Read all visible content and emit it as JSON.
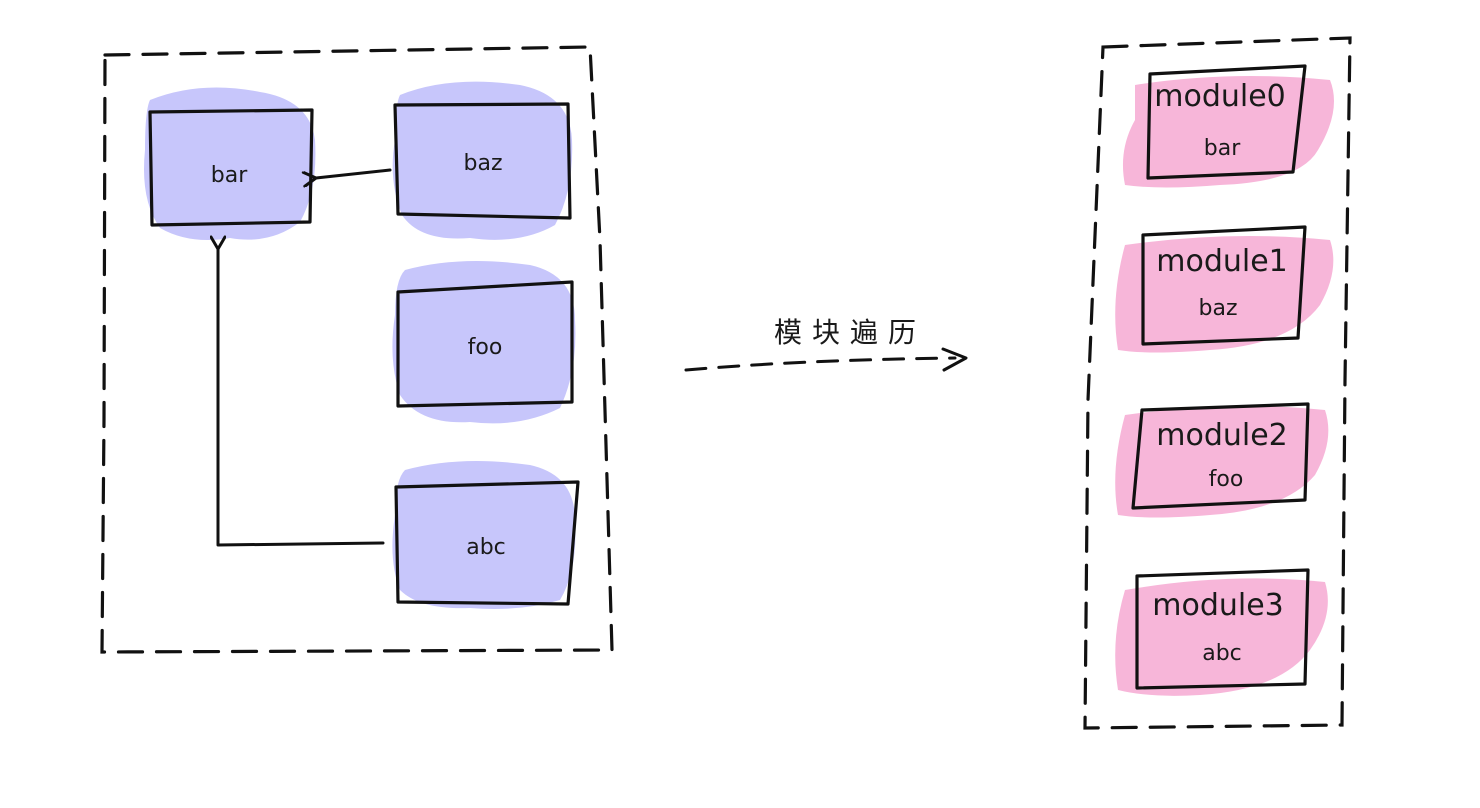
{
  "left_panel": {
    "nodes": {
      "bar": "bar",
      "baz": "baz",
      "foo": "foo",
      "abc": "abc"
    }
  },
  "transition": {
    "label": "模块遍历"
  },
  "right_panel": {
    "modules": [
      {
        "title": "module0",
        "name": "bar"
      },
      {
        "title": "module1",
        "name": "baz"
      },
      {
        "title": "module2",
        "name": "foo"
      },
      {
        "title": "module3",
        "name": "abc"
      }
    ]
  },
  "colors": {
    "node_fill": "#c7c6fb",
    "module_fill": "#f7b6d9",
    "stroke": "#111111"
  }
}
